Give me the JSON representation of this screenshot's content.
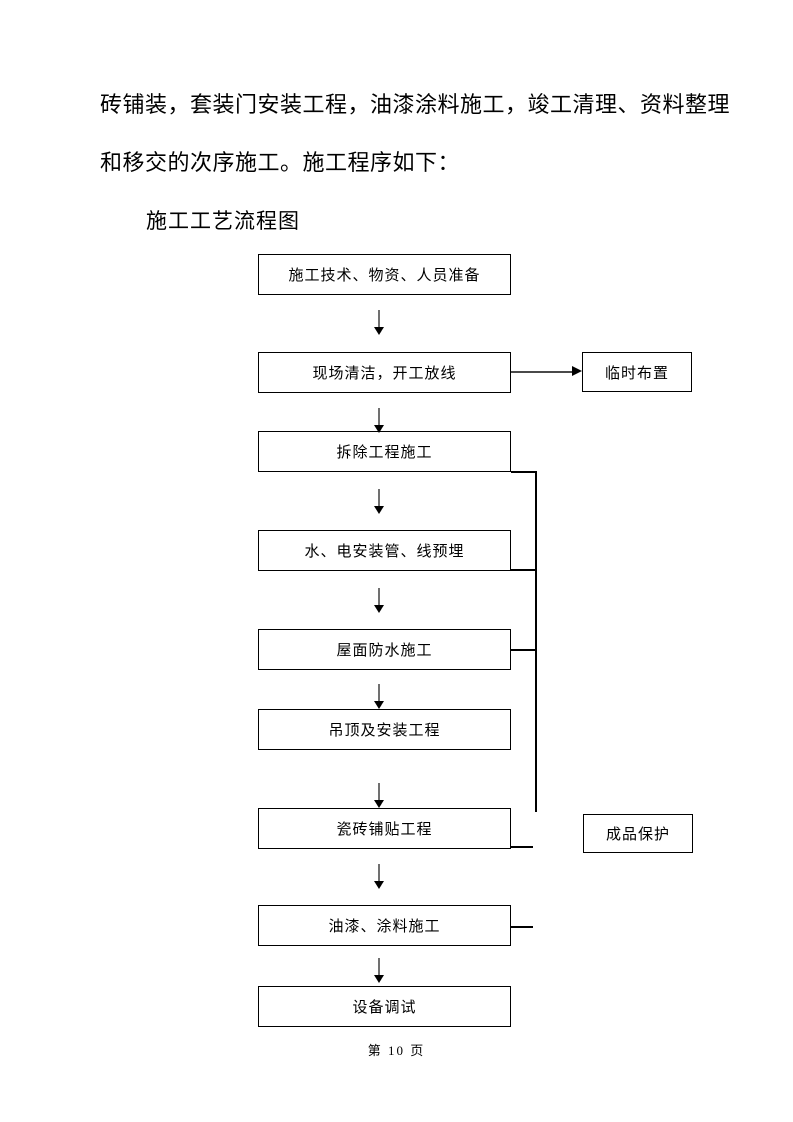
{
  "page": {
    "paragraph_line1": "砖铺装，套装门安装工程，油漆涂料施工，竣工清理、资料整理",
    "paragraph_line2": "和移交的次序施工。施工程序如下：",
    "section_title": "施工工艺流程图",
    "footer": "第 10 页"
  },
  "flowchart": {
    "boxes": [
      {
        "label": "施工技术、物资、人员准备"
      },
      {
        "label": "现场清洁，开工放线"
      },
      {
        "label": "拆除工程施工"
      },
      {
        "label": "水、电安装管、线预埋"
      },
      {
        "label": "屋面防水施工"
      },
      {
        "label": "吊顶及安装工程"
      },
      {
        "label": "瓷砖铺贴工程"
      },
      {
        "label": "油漆、涂料施工"
      },
      {
        "label": "设备调试"
      }
    ],
    "side_boxes": [
      {
        "label": "临时布置"
      },
      {
        "label": "成品保护"
      }
    ],
    "colors": {
      "box_border": "#000000",
      "arrow_shaft": "#707070",
      "arrow_head": "#000000"
    }
  }
}
